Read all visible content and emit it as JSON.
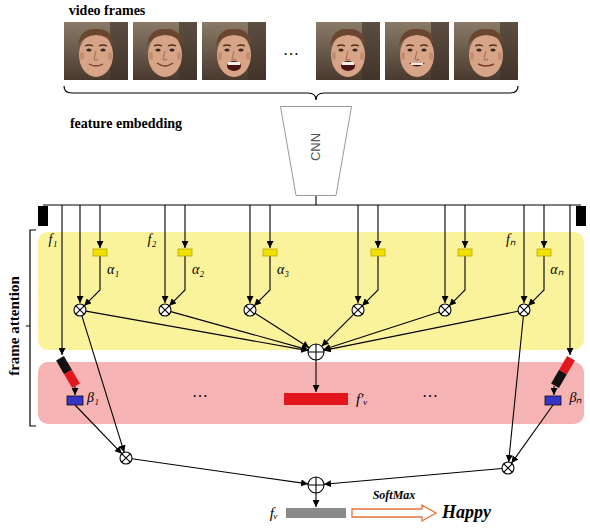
{
  "diagram": {
    "nodes": [
      {
        "text": [
          "CNN"
        ]
      },
      {
        "text": [
          "f′ᵥ"
        ]
      },
      {
        "text": [
          "fᵥ"
        ]
      },
      {
        "text": [
          "Happy"
        ]
      }
    ],
    "edges": [
      {
        "from": 2,
        "to": 3,
        "arrow": "to",
        "label": "SoftMax"
      }
    ],
    "labels": [
      "video frames",
      "…",
      "feature embedding",
      "frame attention",
      "f₁",
      "f₂",
      "fₙ",
      "α₁",
      "α₂",
      "α₃",
      "αₙ",
      "…",
      "…",
      "β₁",
      "βₙ"
    ]
  }
}
